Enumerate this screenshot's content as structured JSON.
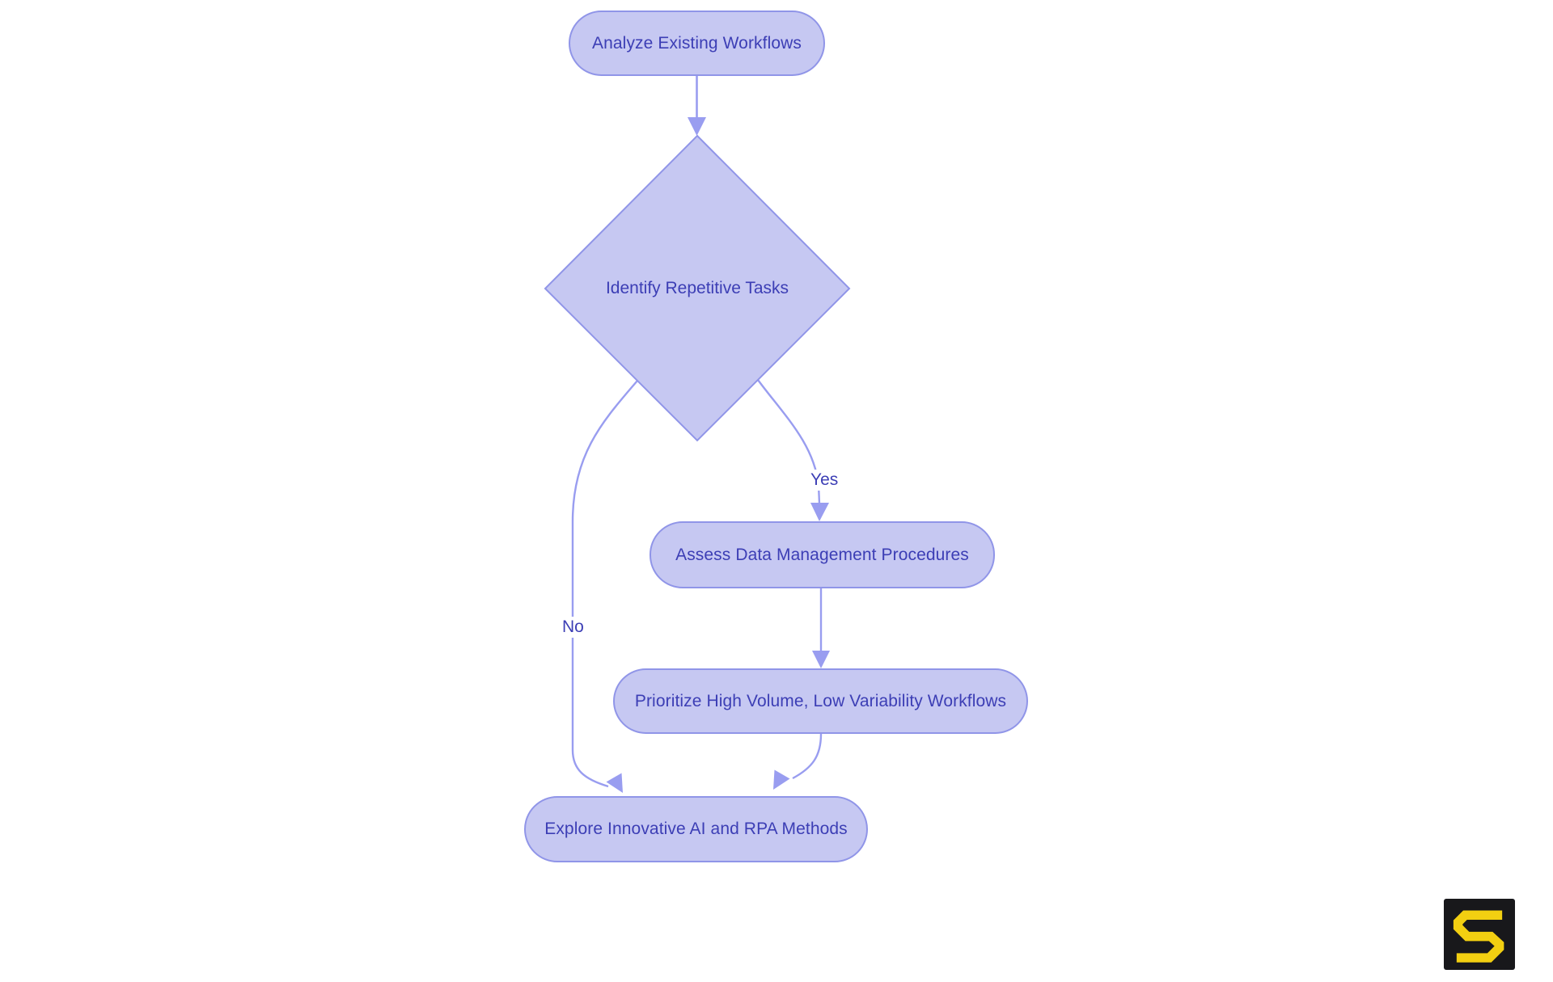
{
  "diagram": {
    "type": "flowchart",
    "nodes": [
      {
        "id": "analyze",
        "shape": "rounded-rect",
        "label": "Analyze Existing Workflows"
      },
      {
        "id": "identify",
        "shape": "diamond",
        "label": "Identify Repetitive Tasks"
      },
      {
        "id": "assess",
        "shape": "rounded-rect",
        "label": "Assess Data Management Procedures"
      },
      {
        "id": "prioritize",
        "shape": "rounded-rect",
        "label": "Prioritize High Volume, Low Variability Workflows"
      },
      {
        "id": "explore",
        "shape": "rounded-rect",
        "label": "Explore Innovative AI and RPA Methods"
      }
    ],
    "edges": [
      {
        "from": "analyze",
        "to": "identify",
        "label": ""
      },
      {
        "from": "identify",
        "to": "assess",
        "label": "Yes"
      },
      {
        "from": "identify",
        "to": "explore",
        "label": "No"
      },
      {
        "from": "assess",
        "to": "prioritize",
        "label": ""
      },
      {
        "from": "prioritize",
        "to": "explore",
        "label": ""
      }
    ],
    "colors": {
      "node_fill": "#c6c8f2",
      "node_border": "#9095e8",
      "node_text": "#3c3eb5",
      "edge_line": "#999df0",
      "background": "#ffffff",
      "logo_background": "#18181b",
      "logo_glyph": "#f2cf11"
    },
    "logo": {
      "glyph": "S"
    }
  }
}
